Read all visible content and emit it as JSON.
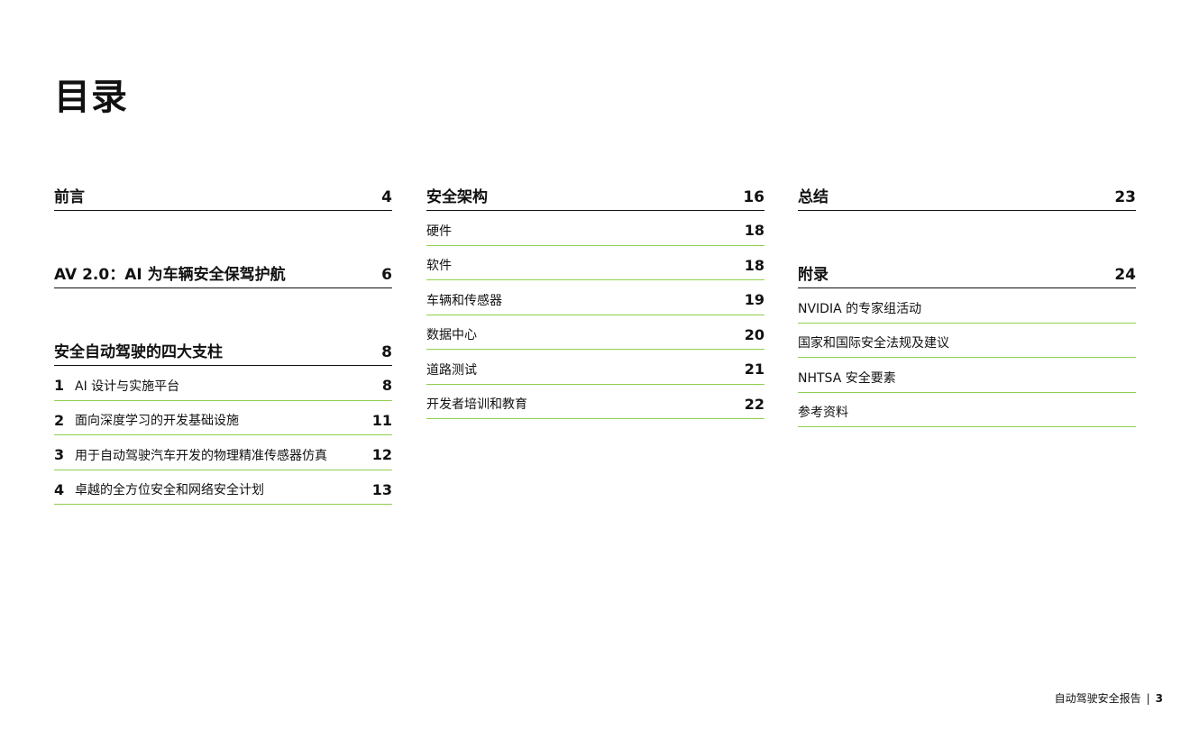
{
  "title": "目录",
  "columns": [
    {
      "groups": [
        {
          "label": "前言",
          "page": "4",
          "items": []
        },
        {
          "label": "AV 2.0：AI 为车辆安全保驾护航",
          "page": "6",
          "items": []
        },
        {
          "label": "安全自动驾驶的四大支柱",
          "page": "8",
          "items": [
            {
              "num": "1",
              "label": "AI 设计与实施平台",
              "page": "8"
            },
            {
              "num": "2",
              "label": "面向深度学习的开发基础设施",
              "page": "11"
            },
            {
              "num": "3",
              "label": "用于自动驾驶汽车开发的物理精准传感器仿真",
              "page": "12"
            },
            {
              "num": "4",
              "label": "卓越的全方位安全和网络安全计划",
              "page": "13"
            }
          ]
        }
      ]
    },
    {
      "groups": [
        {
          "label": "安全架构",
          "page": "16",
          "items": [
            {
              "num": "",
              "label": "硬件",
              "page": "18"
            },
            {
              "num": "",
              "label": "软件",
              "page": "18"
            },
            {
              "num": "",
              "label": "车辆和传感器",
              "page": "19"
            },
            {
              "num": "",
              "label": "数据中心",
              "page": "20"
            },
            {
              "num": "",
              "label": "道路测试",
              "page": "21"
            },
            {
              "num": "",
              "label": "开发者培训和教育",
              "page": "22"
            }
          ]
        }
      ]
    },
    {
      "groups": [
        {
          "label": "总结",
          "page": "23",
          "items": []
        },
        {
          "label": "附录",
          "page": "24",
          "items": [
            {
              "num": "",
              "label": "NVIDIA 的专家组活动",
              "page": ""
            },
            {
              "num": "",
              "label": "国家和国际安全法规及建议",
              "page": ""
            },
            {
              "num": "",
              "label": "NHTSA 安全要素",
              "page": ""
            },
            {
              "num": "",
              "label": "参考资料",
              "page": ""
            }
          ]
        }
      ]
    }
  ],
  "footer": {
    "text": "自动驾驶安全报告",
    "separator": "|",
    "page": "3"
  },
  "colors": {
    "accent": "#8fd14f",
    "text": "#111111",
    "background": "#ffffff"
  }
}
